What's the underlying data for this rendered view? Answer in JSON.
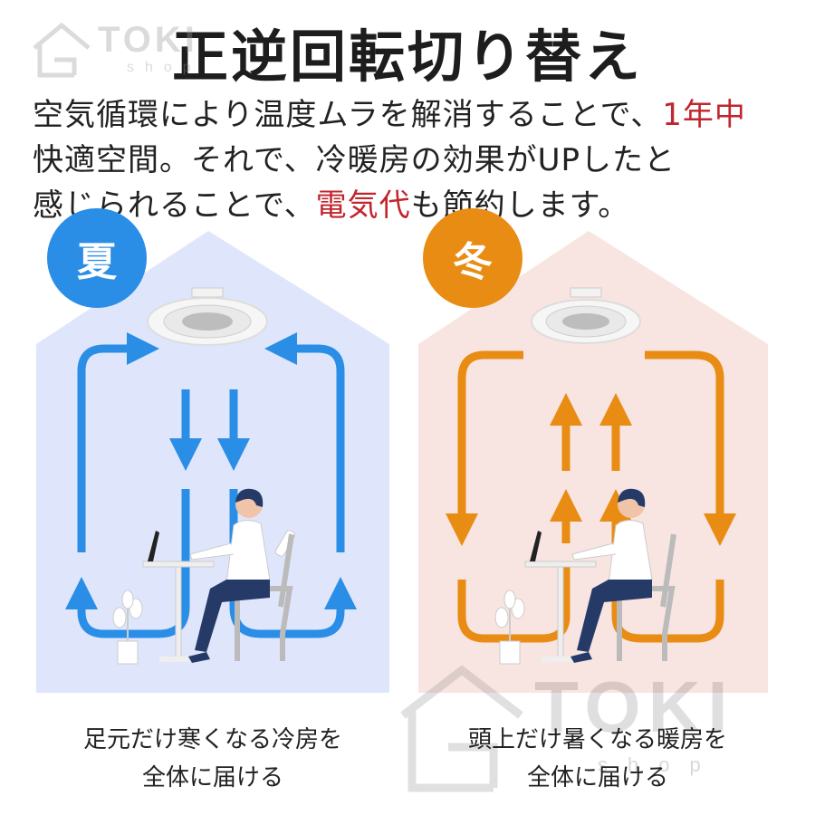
{
  "title": "正逆回転切り替え",
  "description": {
    "line1_a": "空気循環により温度ムラを解消することで、",
    "line1_red": "1年中",
    "line2": "快適空間。それで、冷暖房の効果がUPしたと",
    "line3_a": "感じられることで、",
    "line3_red": "電気代",
    "line3_b": "も節約します。"
  },
  "logo": {
    "brand": "TOKI",
    "sub": "shop"
  },
  "summer": {
    "badge": "夏",
    "caption_line1": "足元だけ寒くなる冷房を",
    "caption_line2": "全体に届ける"
  },
  "winter": {
    "badge": "冬",
    "caption_line1": "頭上だけ暑くなる暖房を",
    "caption_line2": "全体に届ける"
  },
  "colors": {
    "summer_arrow": "#2a8ee6",
    "winter_arrow": "#e98c14",
    "summer_bg": "#dfe6fb",
    "winter_bg": "#f8e4e0",
    "accent_red": "#c0262d",
    "person_navy": "#263a68"
  }
}
